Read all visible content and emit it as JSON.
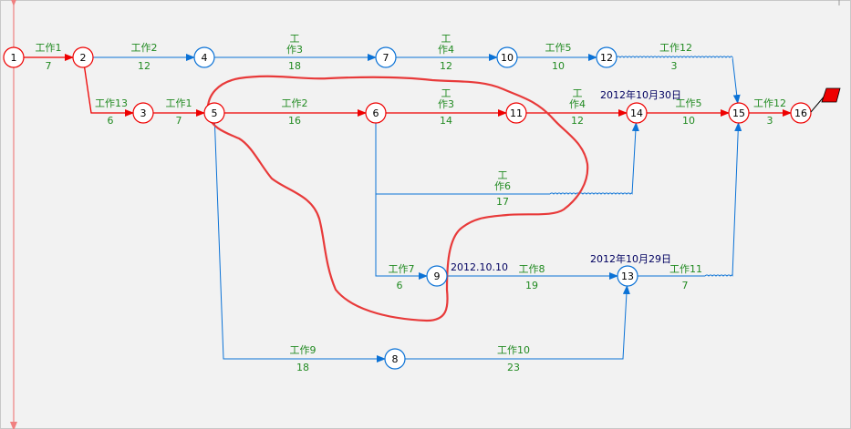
{
  "colors": {
    "critical": "#ee0000",
    "normal": "#0b72d6",
    "label": "#228B22",
    "date": "#000060",
    "timeline": "#f08080",
    "annotation": "#e83a3a",
    "background": "#f2f2f2"
  },
  "nodes": [
    {
      "id": "1",
      "critical": true
    },
    {
      "id": "2",
      "critical": true
    },
    {
      "id": "3",
      "critical": true
    },
    {
      "id": "4",
      "critical": false
    },
    {
      "id": "5",
      "critical": true
    },
    {
      "id": "6",
      "critical": true
    },
    {
      "id": "7",
      "critical": false
    },
    {
      "id": "8",
      "critical": false
    },
    {
      "id": "9",
      "critical": false
    },
    {
      "id": "10",
      "critical": false
    },
    {
      "id": "11",
      "critical": true
    },
    {
      "id": "12",
      "critical": false
    },
    {
      "id": "13",
      "critical": false
    },
    {
      "id": "14",
      "critical": true
    },
    {
      "id": "15",
      "critical": true
    },
    {
      "id": "16",
      "critical": true
    }
  ],
  "activities": [
    {
      "key": "a1",
      "from": "1",
      "to": "2",
      "name": "工作1",
      "duration": "7",
      "critical": true
    },
    {
      "key": "a2",
      "from": "2",
      "to": "4",
      "name": "工作2",
      "duration": "12",
      "critical": false
    },
    {
      "key": "a3",
      "from": "4",
      "to": "7",
      "name_lines": [
        "工",
        "作3"
      ],
      "duration": "18",
      "critical": false
    },
    {
      "key": "a4",
      "from": "7",
      "to": "10",
      "name_lines": [
        "工",
        "作4"
      ],
      "duration": "12",
      "critical": false
    },
    {
      "key": "a5",
      "from": "10",
      "to": "12",
      "name": "工作5",
      "duration": "10",
      "critical": false
    },
    {
      "key": "a6",
      "from": "12",
      "to": "15",
      "name": "工作12",
      "duration": "3",
      "critical": false
    },
    {
      "key": "a7",
      "from": "2",
      "to": "3",
      "name": "工作13",
      "duration": "6",
      "critical": true
    },
    {
      "key": "a8",
      "from": "3",
      "to": "5",
      "name": "工作1",
      "duration": "7",
      "critical": true
    },
    {
      "key": "a9",
      "from": "5",
      "to": "6",
      "name": "工作2",
      "duration": "16",
      "critical": true
    },
    {
      "key": "a10",
      "from": "6",
      "to": "11",
      "name_lines": [
        "工",
        "作3"
      ],
      "duration": "14",
      "critical": true
    },
    {
      "key": "a11",
      "from": "11",
      "to": "14",
      "name_lines": [
        "工",
        "作4"
      ],
      "duration": "12",
      "critical": true
    },
    {
      "key": "a12",
      "from": "14",
      "to": "15",
      "name": "工作5",
      "duration": "10",
      "critical": true
    },
    {
      "key": "a13",
      "from": "15",
      "to": "16",
      "name": "工作12",
      "duration": "3",
      "critical": true
    },
    {
      "key": "a14",
      "from": "6",
      "to": "14",
      "name_lines": [
        "工",
        "作6"
      ],
      "duration": "17",
      "critical": false
    },
    {
      "key": "a15",
      "from": "6",
      "to": "9",
      "name": "工作7",
      "duration": "6",
      "critical": false
    },
    {
      "key": "a16",
      "from": "9",
      "to": "13",
      "name": "工作8",
      "duration": "19",
      "critical": false
    },
    {
      "key": "a17",
      "from": "13",
      "to": "15",
      "name": "工作11",
      "duration": "7",
      "critical": false
    },
    {
      "key": "a18",
      "from": "5",
      "to": "8",
      "name": "工作9",
      "duration": "18",
      "critical": false
    },
    {
      "key": "a19",
      "from": "8",
      "to": "13",
      "name": "工作10",
      "duration": "23",
      "critical": false
    }
  ],
  "dates": {
    "node14": "2012年10月30日",
    "node9": "2012.10.10",
    "node13": "2012年10月29日"
  },
  "end_flag": {
    "icon": "flag-icon",
    "color": "#ee0000"
  }
}
